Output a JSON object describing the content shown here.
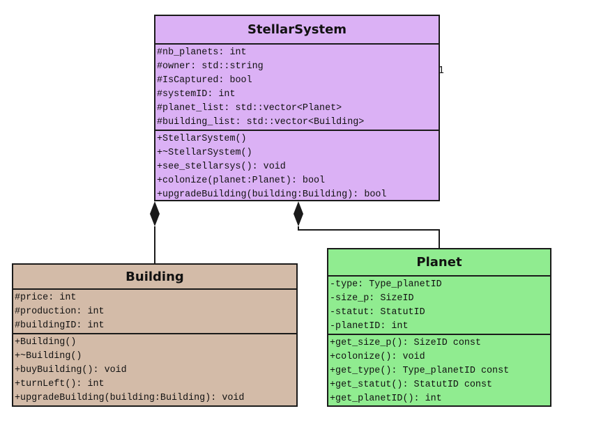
{
  "classes": {
    "stellar_system": {
      "name": "StellarSystem",
      "attributes": [
        "#nb_planets: int",
        "#owner: std::string",
        "#IsCaptured: bool",
        "#systemID: int",
        "#planet_list: std::vector<Planet>",
        "#building_list: std::vector<Building>"
      ],
      "methods": [
        "+StellarSystem()",
        "+~StellarSystem()",
        "+see_stellarsys(): void",
        "+colonize(planet:Planet): bool",
        "+upgradeBuilding(building:Building): bool"
      ],
      "color": "#dbb1f5"
    },
    "building": {
      "name": "Building",
      "attributes": [
        "#price: int",
        "#production: int",
        "#buildingID: int"
      ],
      "methods": [
        "+Building()",
        "+~Building()",
        "+buyBuilding(): void",
        "+turnLeft(): int",
        "+upgradeBuilding(building:Building): void"
      ],
      "color": "#d3bba8"
    },
    "planet": {
      "name": "Planet",
      "attributes": [
        "-type: Type_planetID",
        "-size_p: SizeID",
        "-statut: StatutID",
        "-planetID: int"
      ],
      "methods": [
        "+get_size_p(): SizeID const",
        "+colonize(): void",
        "+get_type(): Type_planetID const",
        "+get_statut(): StatutID const",
        "+get_planetID(): int"
      ],
      "color": "#90ec90"
    }
  },
  "relations": [
    {
      "from": "StellarSystem",
      "to": "Building",
      "kind": "composition"
    },
    {
      "from": "StellarSystem",
      "to": "Planet",
      "kind": "composition"
    }
  ],
  "multiplicity_label": "1",
  "line_color": "#1a1a1a"
}
